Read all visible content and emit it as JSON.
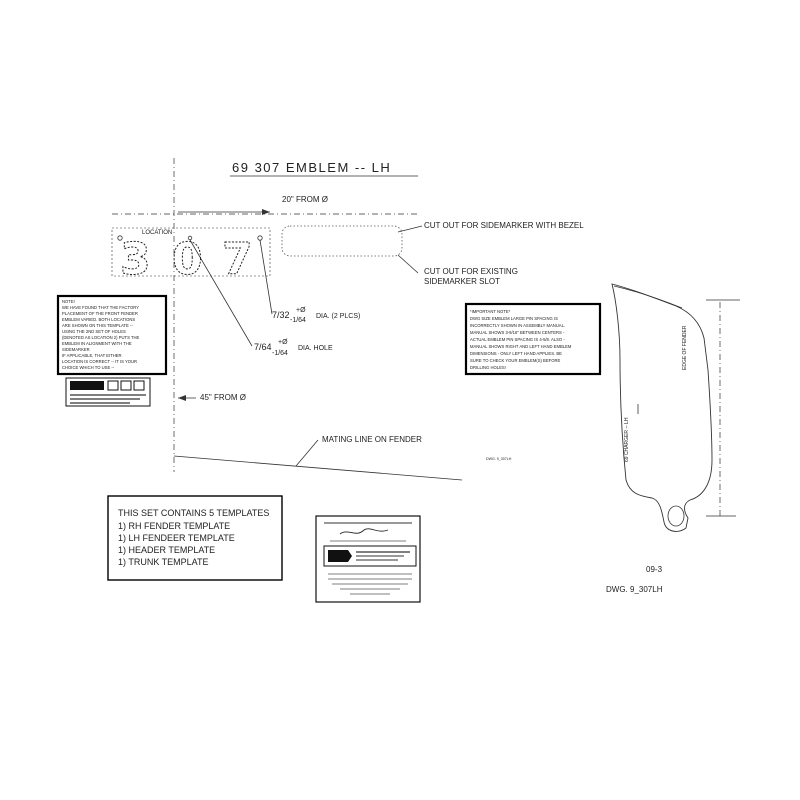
{
  "drawing": {
    "title": "69 307 EMBLEM -- LH",
    "dims": {
      "from_20": "20\" FROM Ø",
      "from_45": "45\" FROM Ø",
      "location": "LOCATION",
      "cutout_bezel": "CUT OUT FOR SIDEMARKER WITH BEZEL",
      "cutout_existing_1": "CUT OUT FOR EXISTING",
      "cutout_existing_2": "SIDEMARKER SLOT",
      "hole1_a": "7/32",
      "hole1_tol_plus": "+Ø",
      "hole1_tol_minus": "-1/64",
      "hole1_b": "DIA. (2 PLCS)",
      "hole2_a": "7/64",
      "hole2_tol_plus": "+Ø",
      "hole2_tol_minus": "-1/64",
      "hole2_b": "DIA. HOLE",
      "mating_line": "MATING LINE ON FENDER",
      "dwg_small": "DWG. 9_307LH",
      "emblem_digits": [
        "3",
        "0",
        "7"
      ]
    },
    "note_left": {
      "lines": [
        "NOTE!",
        "WE HAVE FOUND THAT THE FACTORY",
        "PLACEMENT OF THE FRONT FENDER",
        "EMBLEM VARIED. BOTH LOCATIONS",
        "ARE SHOWN ON THIS TEMPLATE --",
        "USING THE 2ND SET OF HOLES",
        "(DENOTED AS LOCATION 2) PUTS THE",
        "EMBLEM IN ALIGNMENT WITH THE",
        "SIDEMARKER",
        "  IF APPLICABLE, THAT EITHER",
        "LOCATION IS CORRECT -- IT IS YOUR",
        "CHOICE WHICH TO USE --"
      ]
    },
    "note_right": {
      "lines": [
        "*IMPORTANT NOTE*",
        "DWG SIZE EMBLEM LARGE PIN SPACING IS",
        "INCORRECTLY SHOWN IN ASSEMBLY MANUAL.",
        "MANUAL SHOWS 3-9/16\" BETWEEN CENTERS -",
        "ACTUAL EMBLEM PIN SPACING IS 4-5/8. ALSO -",
        "MANUAL SHOWS RIGHT AND LEFT HAND EMBLEM",
        "DIMENSIONS - ONLY LEFT HAND APPLIES. BE",
        "SURE TO CHECK YOUR EMBLEM(S) BEFORE",
        "DRILLING HOLES!"
      ]
    },
    "templates_box": {
      "heading": "THIS SET CONTAINS 5 TEMPLATES",
      "items": [
        "1) RH FENDER TEMPLATE",
        "1) LH FENDEER TEMPLATE",
        "1) HEADER TEMPLATE",
        "1) TRUNK TEMPLATE"
      ]
    },
    "fender": {
      "edge_label": "EDGE OF FENDER",
      "centerline_label": "69 CHARGER -- LH"
    },
    "footer": {
      "sheet": "09-3",
      "dwg": "DWG. 9_307LH"
    },
    "colors": {
      "line": "#333333",
      "frame": "#000000",
      "paper": "#ffffff"
    }
  }
}
